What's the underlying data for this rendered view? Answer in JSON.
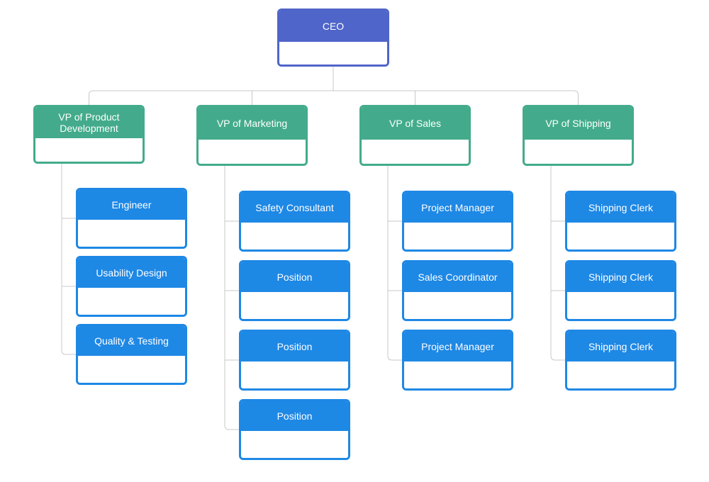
{
  "colors": {
    "ceo": "#4f65c9",
    "vp": "#43ab8b",
    "staff": "#1e88e5",
    "connector": "#c8c8c8"
  },
  "ceo": {
    "title": "CEO"
  },
  "departments": [
    {
      "title": "VP of Product Development",
      "children": [
        "Engineer",
        "Usability Design",
        "Quality & Testing"
      ]
    },
    {
      "title": "VP of Marketing",
      "children": [
        "Safety Consultant",
        "Position",
        "Position",
        "Position"
      ]
    },
    {
      "title": "VP of Sales",
      "children": [
        "Project Manager",
        "Sales Coordinator",
        "Project Manager"
      ]
    },
    {
      "title": "VP of Shipping",
      "children": [
        "Shipping Clerk",
        "Shipping Clerk",
        "Shipping Clerk"
      ]
    }
  ]
}
